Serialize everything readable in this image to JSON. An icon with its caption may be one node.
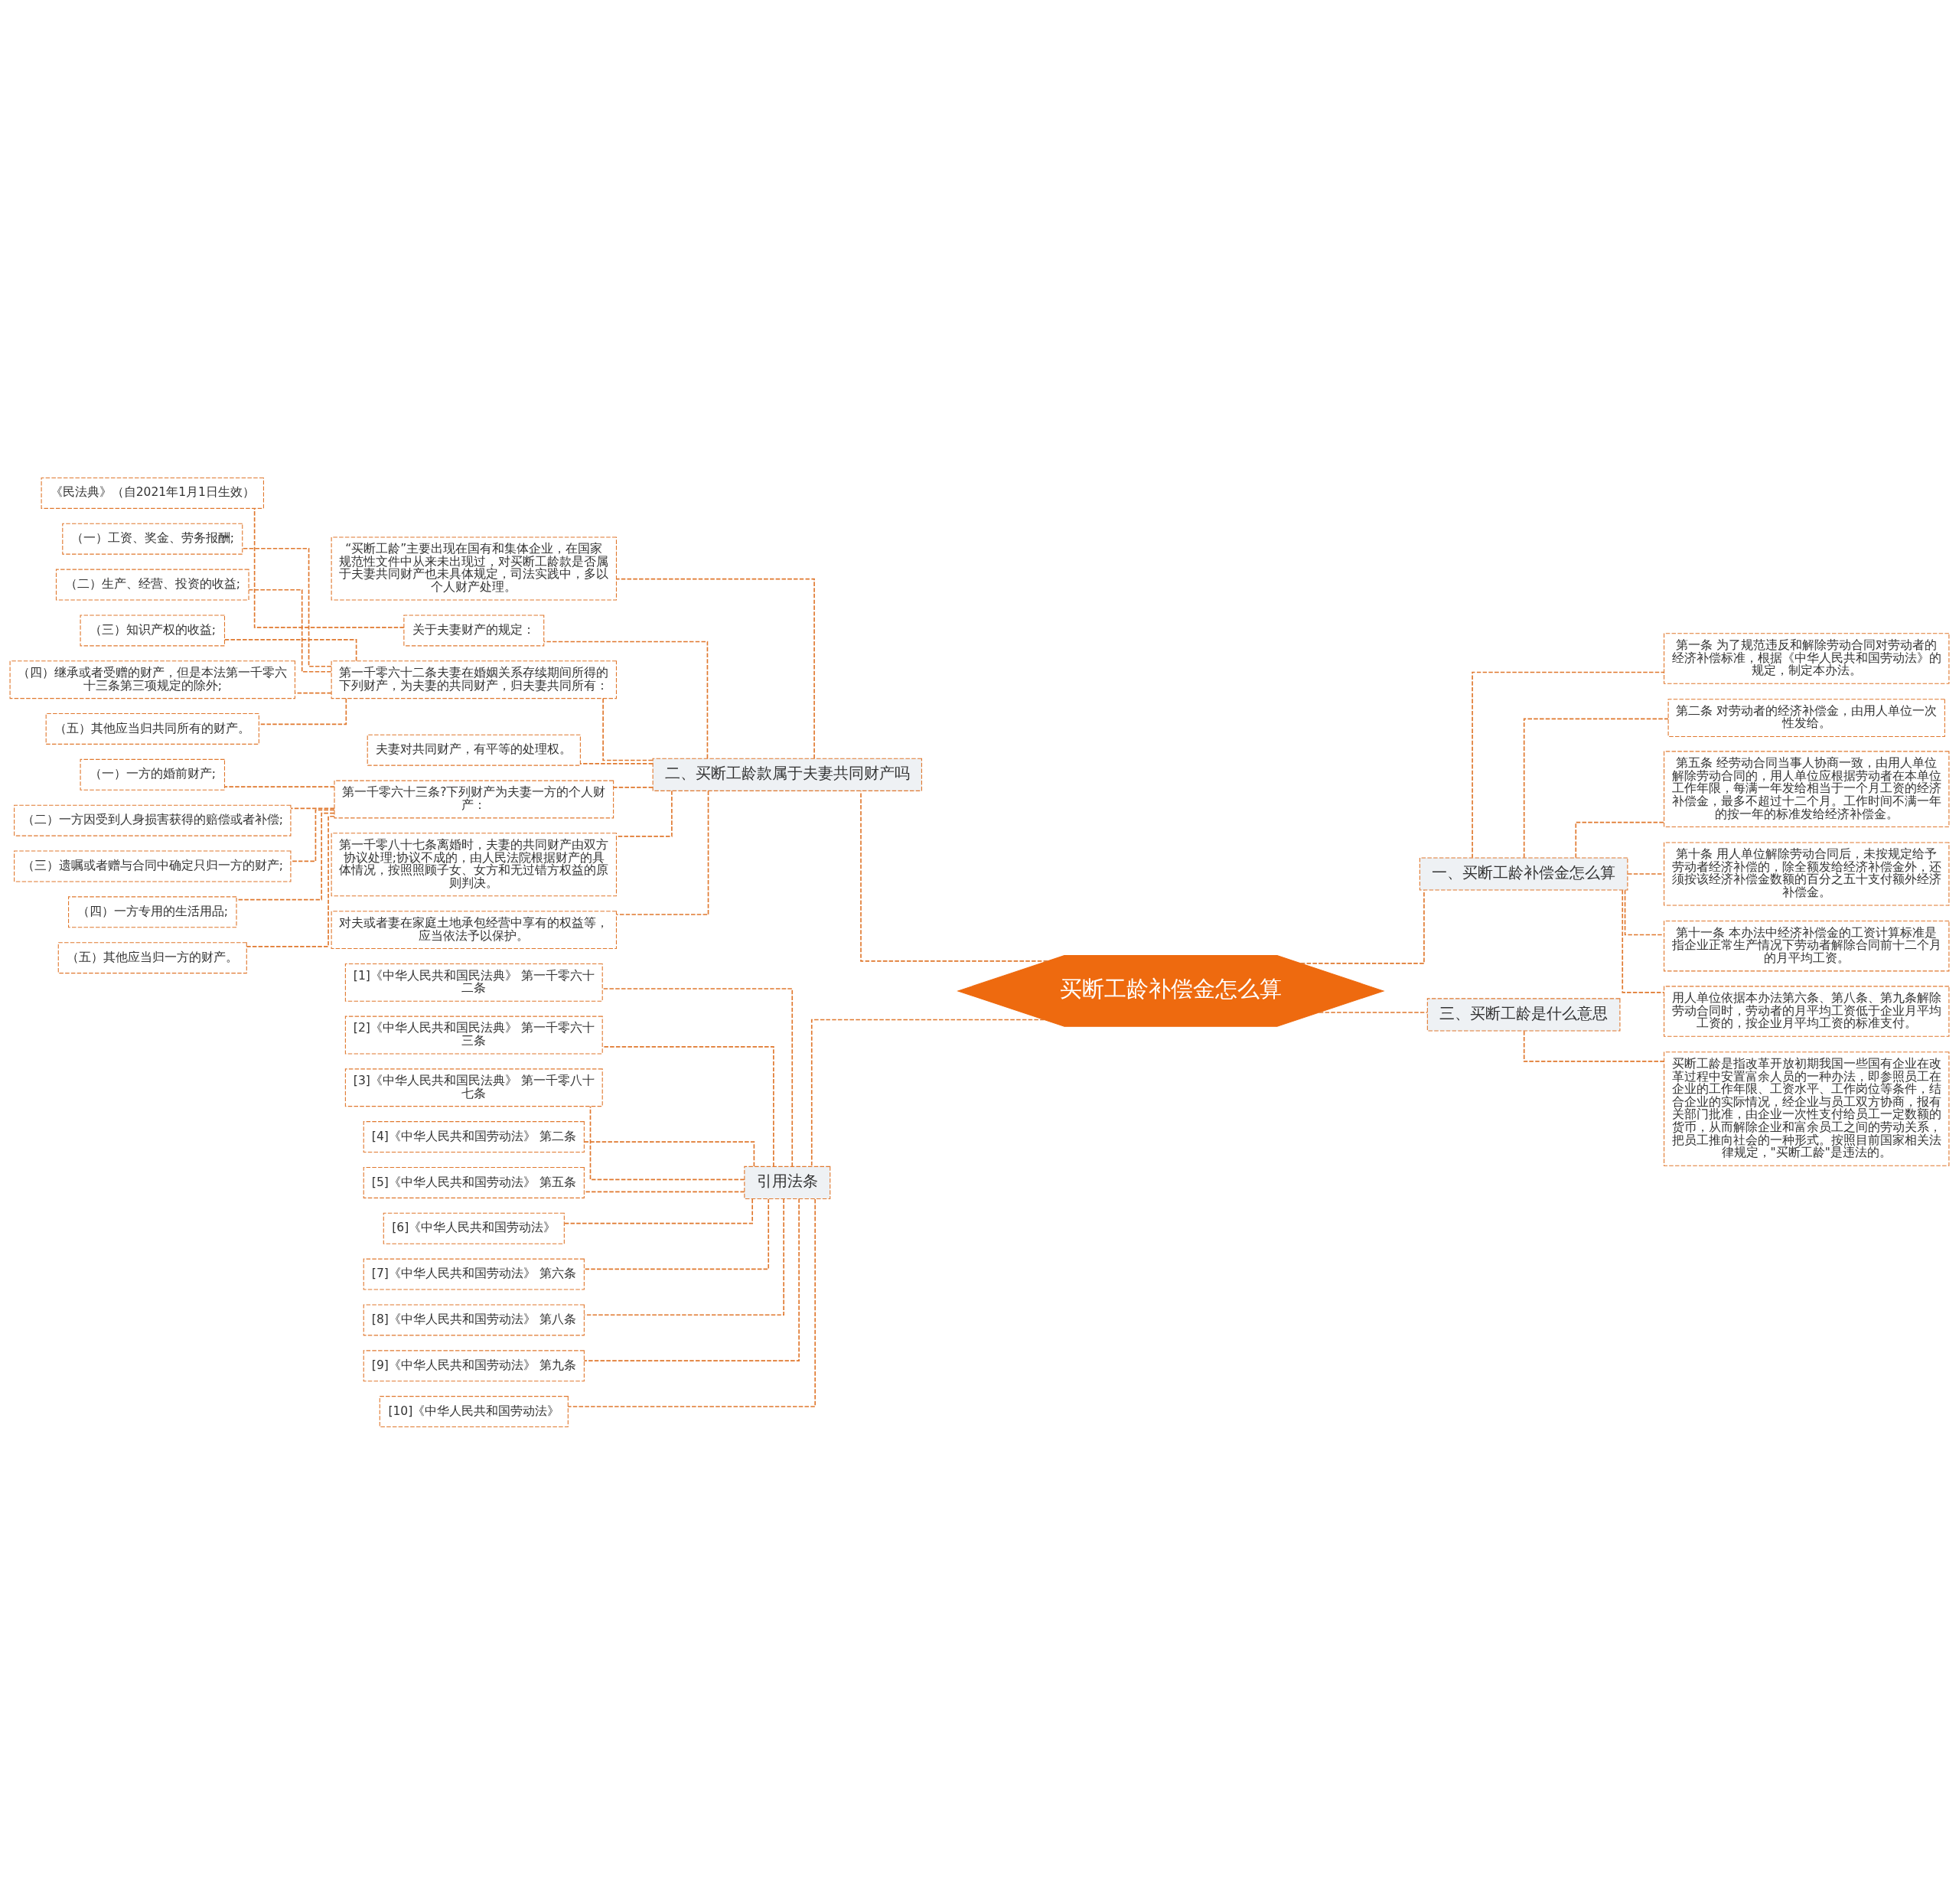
{
  "diagram": {
    "nodes": [
      {
        "text": [
          "买断工龄补偿金怎么算"
        ]
      },
      {
        "text": [
          "一、买断工龄补偿金怎么算"
        ]
      },
      {
        "text": [
          "第一条 为了规范违反和解除劳动合同对劳动者的经济补偿标准，根据《中华人民共和国劳动法》的规定，制定本办法。"
        ]
      },
      {
        "text": [
          "第二条 对劳动者的经济补偿金，由用人单位一次性发给。"
        ]
      },
      {
        "text": [
          "第五条 经劳动合同当事人协商一致，由用人单位解除劳动合同的，用人单位应根据劳动者在本单位工作年限，每满一年发给相当于一个月工资的经济补偿金，最多不超过十二个月。工作时间不满一年的按一年的标准发给经济补偿金。"
        ]
      },
      {
        "text": [
          "第十条 用人单位解除劳动合同后，未按规定给予劳动者经济补偿的，除全额发给经济补偿金外，还须按该经济补偿金数额的百分之五十支付额外经济补偿金。"
        ]
      },
      {
        "text": [
          "第十一条 本办法中经济补偿金的工资计算标准是指企业正常生产情况下劳动者解除合同前十二个月的月平均工资。"
        ]
      },
      {
        "text": [
          "用人单位依据本办法第六条、第八条、第九条解除劳动合同时，劳动者的月平均工资低于企业月平均工资的，按企业月平均工资的标准支付。"
        ]
      },
      {
        "text": [
          "三、买断工龄是什么意思"
        ]
      },
      {
        "text": [
          "买断工龄是指改革开放初期我国一些国有企业在改革过程中安置富余人员的一种办法，即参照员工在企业的工作年限、工资水平、工作岗位等条件，结合企业的实际情况，经企业与员工双方协商，报有关部门批准，由企业一次性支付给员工一定数额的货币，从而解除企业和富余员工之间的劳动关系，把员工推向社会的一种形式。按照目前国家相关法律规定，\"买断工龄\"是违法的。"
        ]
      },
      {
        "text": [
          "二、买断工龄款属于夫妻共同财产吗"
        ]
      },
      {
        "text": [
          "“买断工龄”主要出现在国有和集体企业，在国家规范性文件中从来未出现过，对买断工龄款是否属于夫妻共同财产也未具体规定，司法实践中，多以个人财产处理。"
        ]
      },
      {
        "text": [
          "关于夫妻财产的规定："
        ]
      },
      {
        "text": [
          "《民法典》（自2021年1月1日生效）"
        ]
      },
      {
        "text": [
          "第一千零六十二条夫妻在婚姻关系存续期间所得的下列财产，为夫妻的共同财产，归夫妻共同所有："
        ]
      },
      {
        "text": [
          "（一）工资、奖金、劳务报酬;"
        ]
      },
      {
        "text": [
          "（二）生产、经营、投资的收益;"
        ]
      },
      {
        "text": [
          "（三）知识产权的收益;"
        ]
      },
      {
        "text": [
          "（四）继承或者受赠的财产，但是本法第一千零六十三条第三项规定的除外;"
        ]
      },
      {
        "text": [
          "（五）其他应当归共同所有的财产。"
        ]
      },
      {
        "text": [
          "夫妻对共同财产，有平等的处理权。"
        ]
      },
      {
        "text": [
          "第一千零六十三条?下列财产为夫妻一方的个人财产："
        ]
      },
      {
        "text": [
          "（一）一方的婚前财产;"
        ]
      },
      {
        "text": [
          "（二）一方因受到人身损害获得的赔偿或者补偿;"
        ]
      },
      {
        "text": [
          "（三）遗嘱或者赠与合同中确定只归一方的财产;"
        ]
      },
      {
        "text": [
          "（四）一方专用的生活用品;"
        ]
      },
      {
        "text": [
          "（五）其他应当归一方的财产。"
        ]
      },
      {
        "text": [
          "第一千零八十七条离婚时，夫妻的共同财产由双方协议处理;协议不成的，由人民法院根据财产的具体情况，按照照顾子女、女方和无过错方权益的原则判决。"
        ]
      },
      {
        "text": [
          "对夫或者妻在家庭土地承包经营中享有的权益等，应当依法予以保护。"
        ]
      },
      {
        "text": [
          "引用法条"
        ]
      },
      {
        "text": [
          "[1]《中华人民共和国民法典》 第一千零六十二条"
        ]
      },
      {
        "text": [
          "[2]《中华人民共和国民法典》 第一千零六十三条"
        ]
      },
      {
        "text": [
          "[3]《中华人民共和国民法典》 第一千零八十七条"
        ]
      },
      {
        "text": [
          "[4]《中华人民共和国劳动法》 第二条"
        ]
      },
      {
        "text": [
          "[5]《中华人民共和国劳动法》 第五条"
        ]
      },
      {
        "text": [
          "[6]《中华人民共和国劳动法》"
        ]
      },
      {
        "text": [
          "[7]《中华人民共和国劳动法》 第六条"
        ]
      },
      {
        "text": [
          "[8]《中华人民共和国劳动法》 第八条"
        ]
      },
      {
        "text": [
          "[9]《中华人民共和国劳动法》 第九条"
        ]
      },
      {
        "text": [
          "[10]《中华人民共和国劳动法》"
        ]
      }
    ],
    "edges": [
      {
        "from": 0,
        "to": 1,
        "arrow": "none"
      },
      {
        "from": 1,
        "to": 2,
        "arrow": "none"
      },
      {
        "from": 1,
        "to": 3,
        "arrow": "none"
      },
      {
        "from": 1,
        "to": 4,
        "arrow": "none"
      },
      {
        "from": 1,
        "to": 5,
        "arrow": "none"
      },
      {
        "from": 1,
        "to": 6,
        "arrow": "none"
      },
      {
        "from": 1,
        "to": 7,
        "arrow": "none"
      },
      {
        "from": 0,
        "to": 8,
        "arrow": "none"
      },
      {
        "from": 8,
        "to": 9,
        "arrow": "none"
      },
      {
        "from": 0,
        "to": 10,
        "arrow": "none"
      },
      {
        "from": 10,
        "to": 11,
        "arrow": "none"
      },
      {
        "from": 10,
        "to": 12,
        "arrow": "none"
      },
      {
        "from": 12,
        "to": 13,
        "arrow": "none"
      },
      {
        "from": 10,
        "to": 14,
        "arrow": "none"
      },
      {
        "from": 14,
        "to": 15,
        "arrow": "none"
      },
      {
        "from": 14,
        "to": 16,
        "arrow": "none"
      },
      {
        "from": 14,
        "to": 17,
        "arrow": "none"
      },
      {
        "from": 14,
        "to": 18,
        "arrow": "none"
      },
      {
        "from": 14,
        "to": 19,
        "arrow": "none"
      },
      {
        "from": 10,
        "to": 20,
        "arrow": "none"
      },
      {
        "from": 10,
        "to": 21,
        "arrow": "none"
      },
      {
        "from": 21,
        "to": 22,
        "arrow": "none"
      },
      {
        "from": 21,
        "to": 23,
        "arrow": "none"
      },
      {
        "from": 21,
        "to": 24,
        "arrow": "none"
      },
      {
        "from": 21,
        "to": 25,
        "arrow": "none"
      },
      {
        "from": 21,
        "to": 26,
        "arrow": "none"
      },
      {
        "from": 10,
        "to": 27,
        "arrow": "none"
      },
      {
        "from": 10,
        "to": 28,
        "arrow": "none"
      },
      {
        "from": 0,
        "to": 29,
        "arrow": "none"
      },
      {
        "from": 29,
        "to": 30,
        "arrow": "none"
      },
      {
        "from": 29,
        "to": 31,
        "arrow": "none"
      },
      {
        "from": 29,
        "to": 32,
        "arrow": "none"
      },
      {
        "from": 29,
        "to": 33,
        "arrow": "none"
      },
      {
        "from": 29,
        "to": 34,
        "arrow": "none"
      },
      {
        "from": 29,
        "to": 35,
        "arrow": "none"
      },
      {
        "from": 29,
        "to": 36,
        "arrow": "none"
      },
      {
        "from": 29,
        "to": 37,
        "arrow": "none"
      },
      {
        "from": 29,
        "to": 38,
        "arrow": "none"
      },
      {
        "from": 29,
        "to": 39,
        "arrow": "none"
      }
    ]
  }
}
